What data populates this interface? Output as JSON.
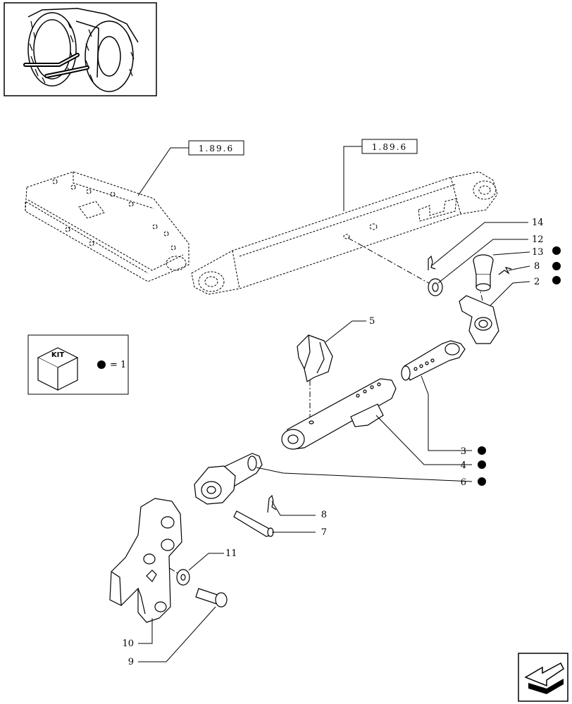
{
  "diagram": {
    "references": [
      "1.89.6",
      "1.89.6"
    ],
    "kit": {
      "badge": "KIT",
      "legend": "= 1"
    },
    "callouts": [
      {
        "num": "14",
        "dot": false
      },
      {
        "num": "12",
        "dot": false
      },
      {
        "num": "13",
        "dot": true
      },
      {
        "num": "8",
        "dot": true
      },
      {
        "num": "2",
        "dot": true
      },
      {
        "num": "5",
        "dot": false
      },
      {
        "num": "3",
        "dot": true
      },
      {
        "num": "4",
        "dot": true
      },
      {
        "num": "6",
        "dot": true
      },
      {
        "num": "8",
        "dot": false
      },
      {
        "num": "7",
        "dot": false
      },
      {
        "num": "11",
        "dot": false
      },
      {
        "num": "10",
        "dot": false
      },
      {
        "num": "9",
        "dot": false
      }
    ]
  },
  "colors": {
    "ink": "#000000",
    "paper": "#ffffff"
  },
  "icons": {
    "thumbnail": "tractor-rear-thumbnail",
    "kit_box": "kit-box-icon",
    "kit_dot": "kit-dot-icon",
    "navigation": "next-page-arrow-icon"
  }
}
